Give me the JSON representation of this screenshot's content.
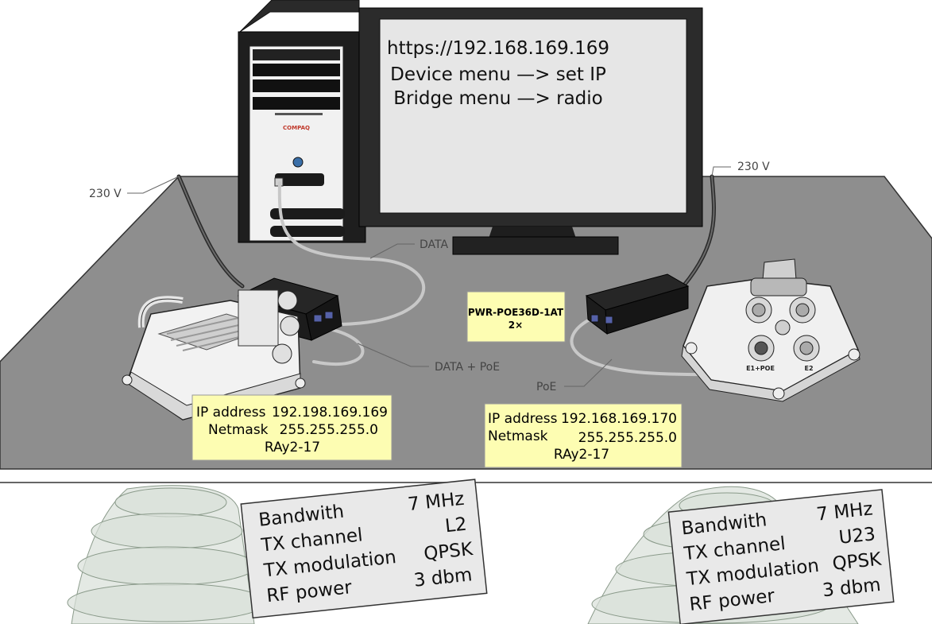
{
  "monitor": {
    "lines": [
      "https://192.168.169.169",
      "Device menu —> set IP",
      "Bridge menu —> radio"
    ]
  },
  "pc": {
    "brand": "COMPAQ"
  },
  "labels": {
    "power_left": "230 V",
    "power_right": "230 V",
    "data": "DATA",
    "data_poe": "DATA + PoE",
    "poe": "PoE"
  },
  "injector_note": {
    "line1": "PWR-POE36D-1AT",
    "line2": "2×"
  },
  "unit_left": {
    "ip_label": "IP address",
    "ip": "192.198.169.169",
    "mask_label": "Netmask",
    "mask": "255.255.255.0",
    "model": "RAy2-17"
  },
  "unit_right": {
    "ip_label": "IP address",
    "ip": "192.168.169.170",
    "mask_label": "Netmask",
    "mask": "255.255.255.0",
    "model": "RAy2-17",
    "port_e1": "E1+POE",
    "port_e2": "E2"
  },
  "radio_left": {
    "bw_label": "Bandwith",
    "bw": "7 MHz",
    "ch_label": "TX channel",
    "ch": "L2",
    "mod_label": "TX modulation",
    "mod": "QPSK",
    "pwr_label": "RF power",
    "pwr": "3 dbm"
  },
  "radio_right": {
    "bw_label": "Bandwith",
    "bw": "7 MHz",
    "ch_label": "TX channel",
    "ch": "U23",
    "mod_label": "TX modulation",
    "mod": "QPSK",
    "pwr_label": "RF power",
    "pwr": "3 dbm"
  },
  "colors": {
    "table": "#8e8e8e",
    "note_bg": "#fdfdb2",
    "card_bg": "#e9e9e9",
    "device": "#ececec",
    "screen": "#e6e6e6"
  }
}
